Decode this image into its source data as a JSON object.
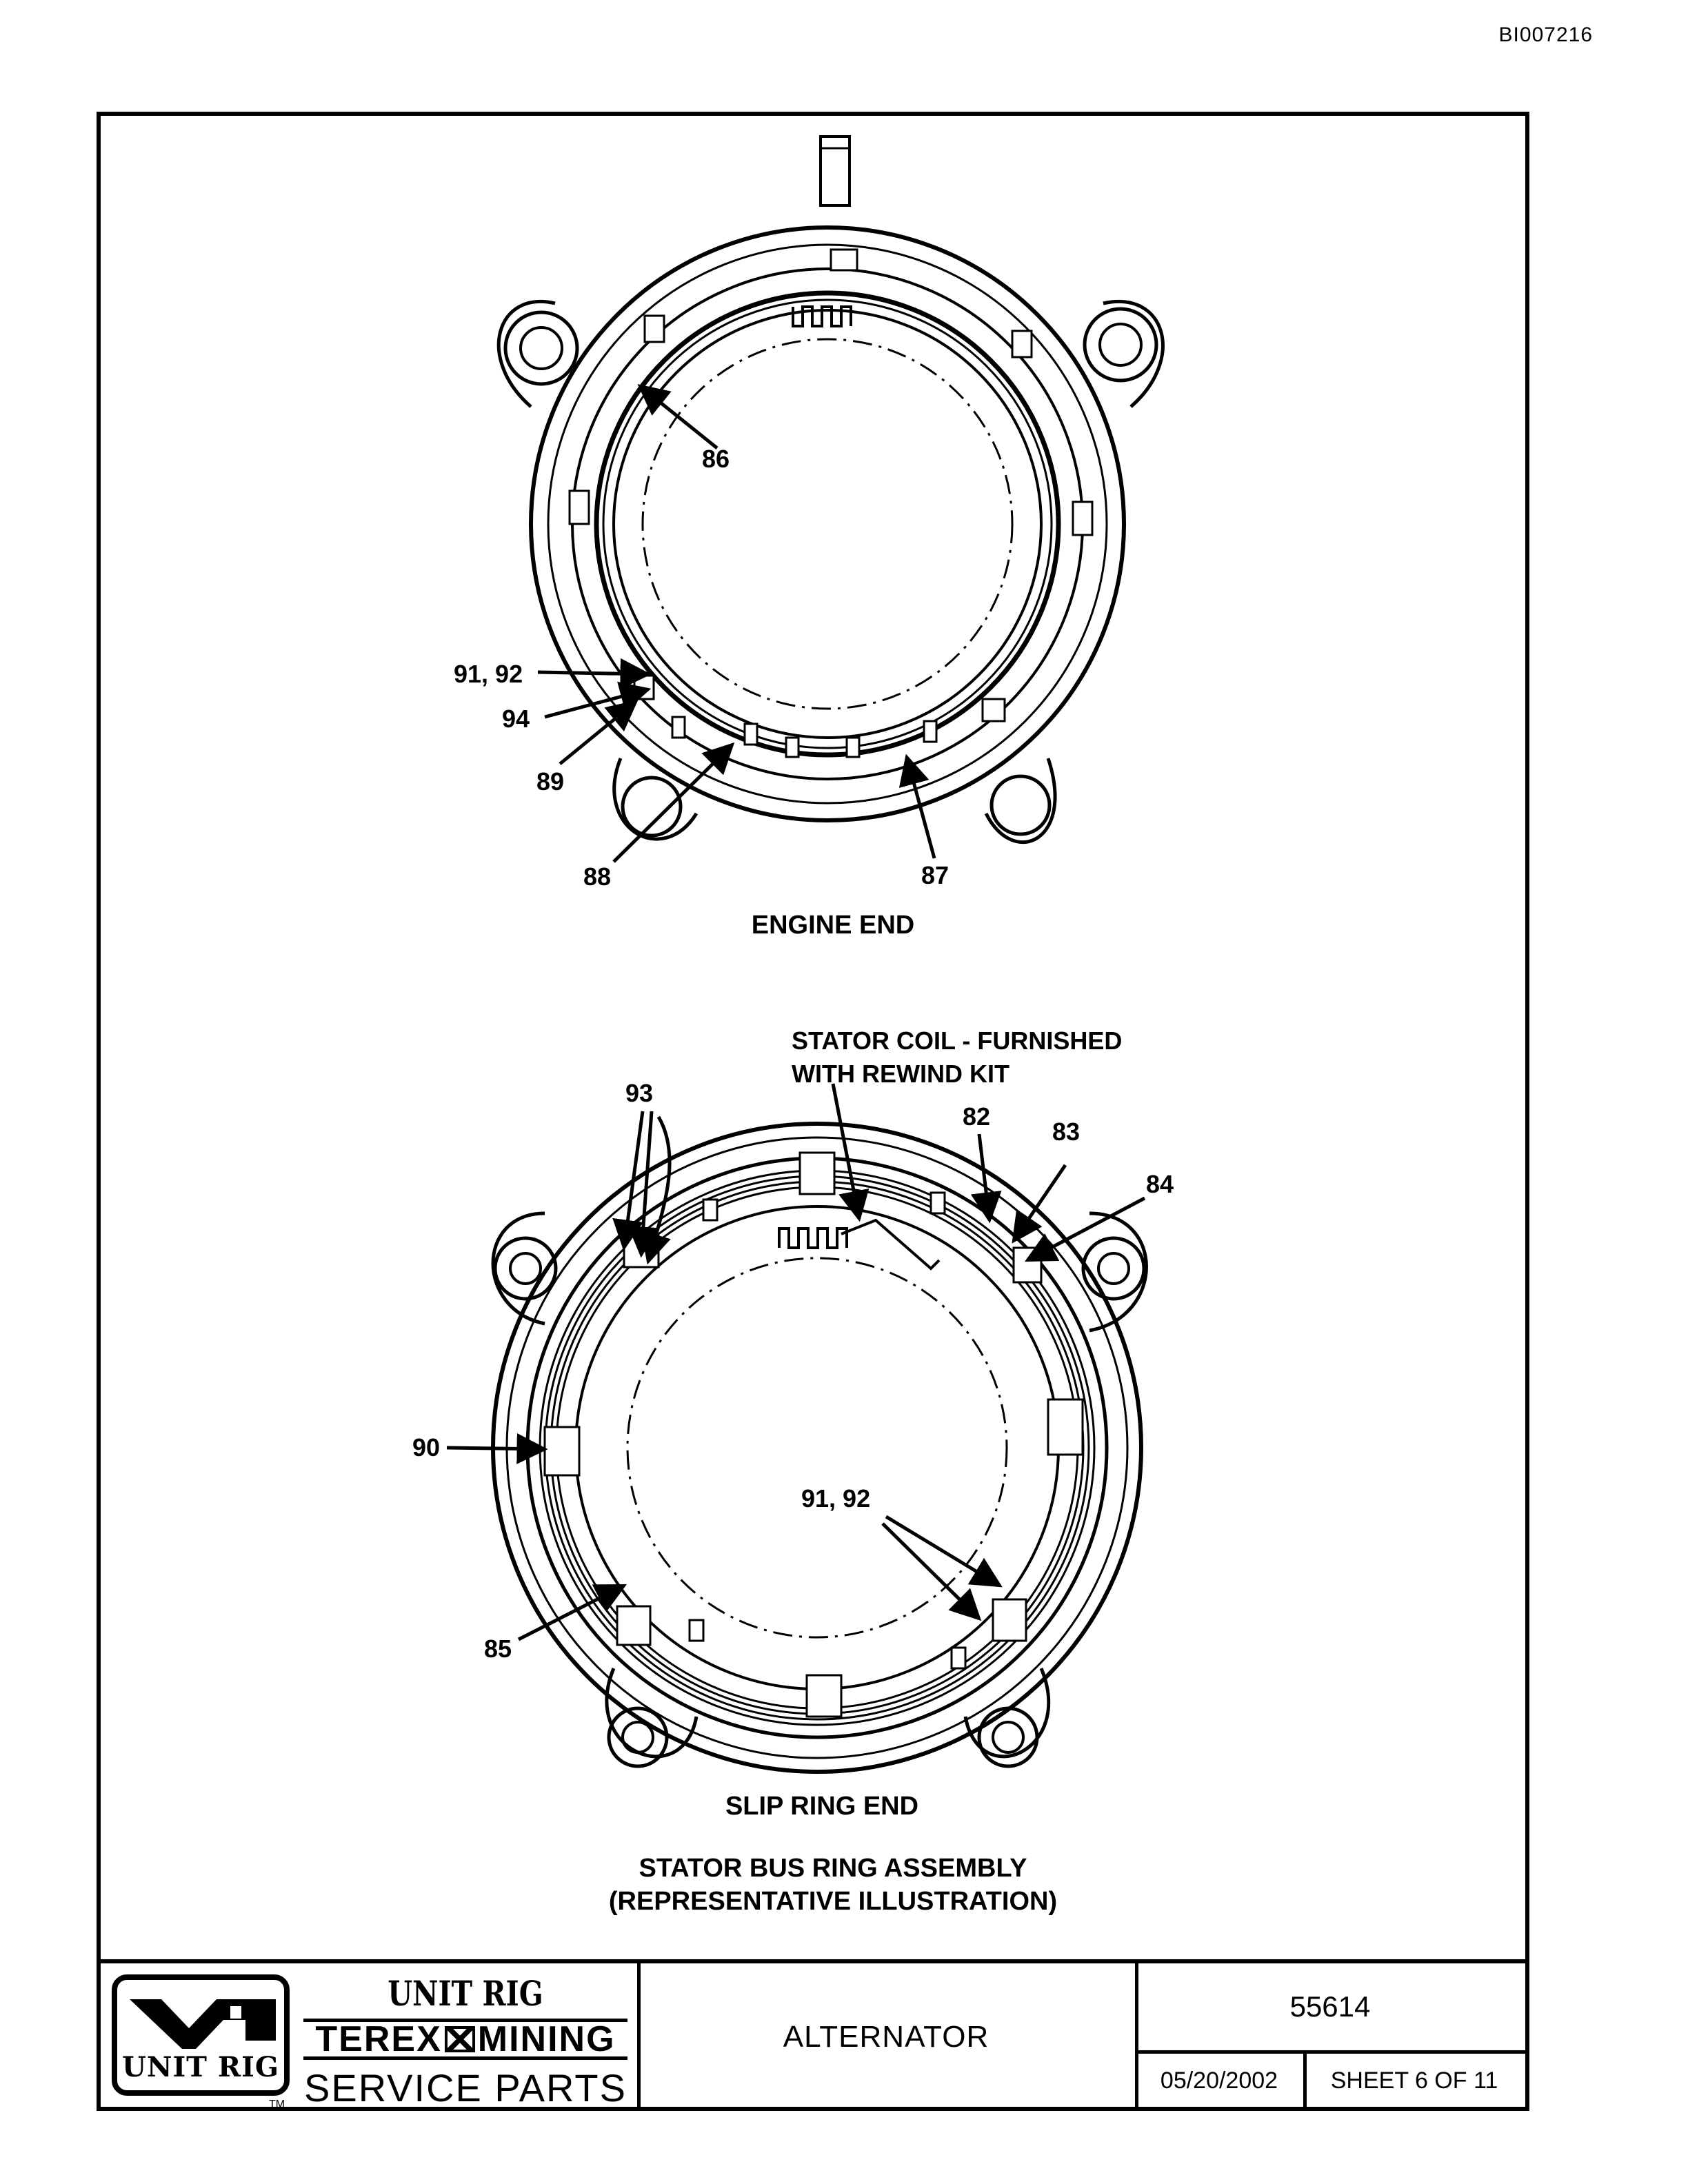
{
  "document_id": "BI007216",
  "engine_end": {
    "caption": "ENGINE END",
    "callouts": [
      "86",
      "91, 92",
      "94",
      "89",
      "88",
      "87"
    ]
  },
  "slip_ring_end": {
    "caption": "SLIP RING END",
    "note_line1": "STATOR COIL - FURNISHED",
    "note_line2": "WITH REWIND KIT",
    "callouts": [
      "93",
      "82",
      "83",
      "84",
      "90",
      "91, 92",
      "85"
    ]
  },
  "figure_title": {
    "line1": "STATOR BUS RING ASSEMBLY",
    "line2": "(REPRESENTATIVE ILLUSTRATION)"
  },
  "title_block": {
    "logo_text": "UNIT RIG",
    "trademark": "TM",
    "brand_line1": "UNIT RIG",
    "brand_line2_a": "TEREX",
    "brand_line2_b": "MINING",
    "brand_line3": "SERVICE PARTS",
    "title": "ALTERNATOR",
    "part_number": "55614",
    "date": "05/20/2002",
    "sheet": "SHEET 6 OF 11"
  }
}
